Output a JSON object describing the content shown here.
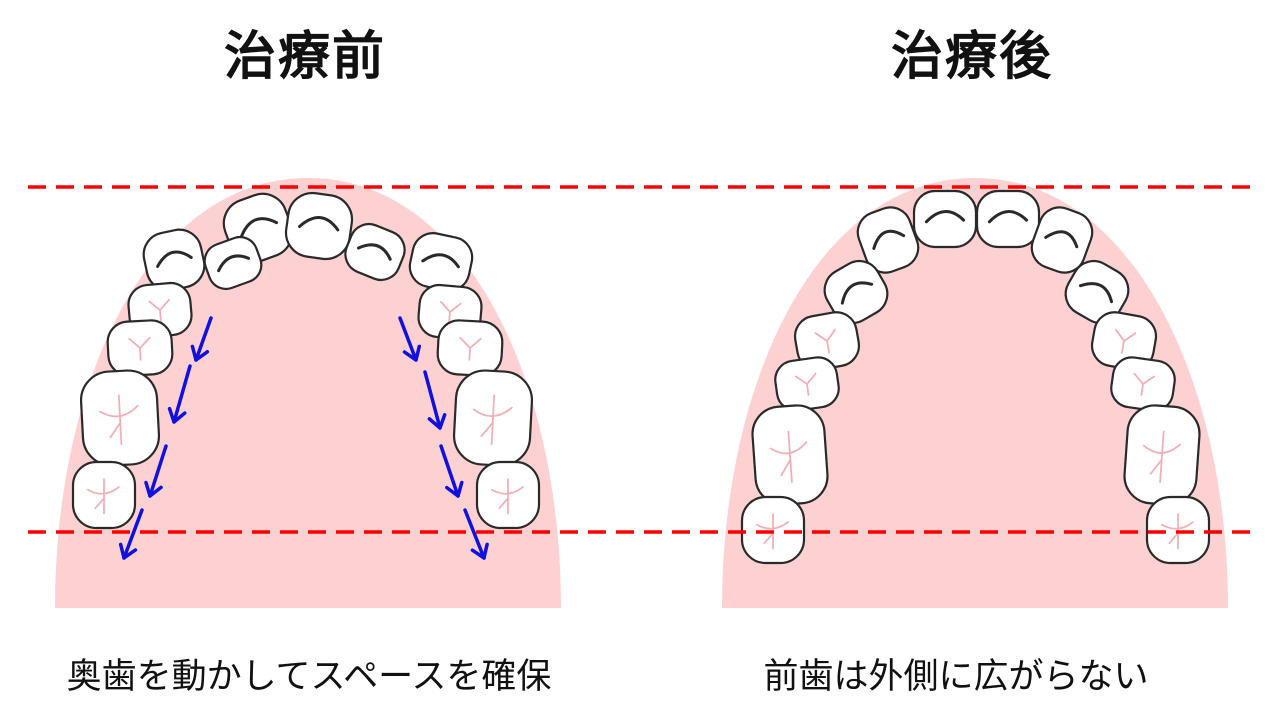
{
  "before": {
    "title": "治療前",
    "caption": "奥歯を動かしてスペースを確保"
  },
  "after": {
    "title": "治療後",
    "caption": "前歯は外側に広がらない"
  },
  "colors": {
    "gum": "#fdd1d2",
    "tooth_fill": "#ffffff",
    "tooth_outline": "#2a2a2a",
    "groove": "#f2b0b6",
    "guide_line": "#ff0000",
    "arrow": "#1010e0"
  }
}
